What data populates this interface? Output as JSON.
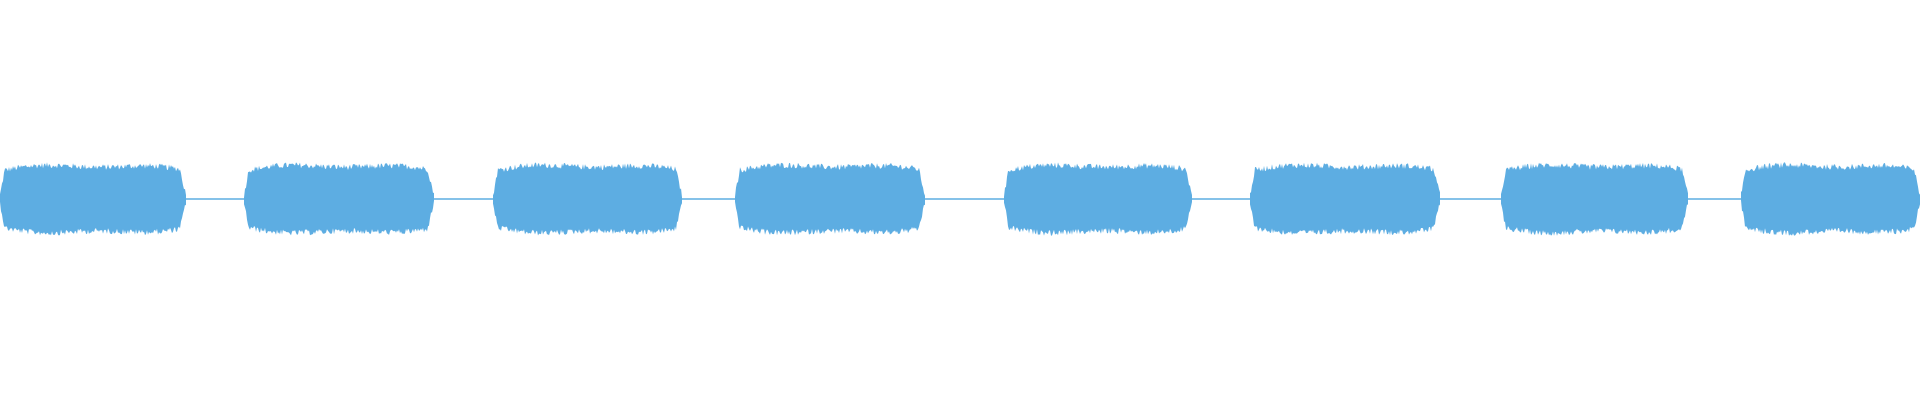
{
  "waveform": {
    "color": "#5dade2",
    "background": "#ffffff",
    "segments": [
      {
        "start": 0.0,
        "end": 0.097
      },
      {
        "start": 0.127,
        "end": 0.226
      },
      {
        "start": 0.257,
        "end": 0.355
      },
      {
        "start": 0.383,
        "end": 0.482
      },
      {
        "start": 0.523,
        "end": 0.621
      },
      {
        "start": 0.651,
        "end": 0.75
      },
      {
        "start": 0.782,
        "end": 0.879
      },
      {
        "start": 0.907,
        "end": 1.0
      }
    ]
  }
}
